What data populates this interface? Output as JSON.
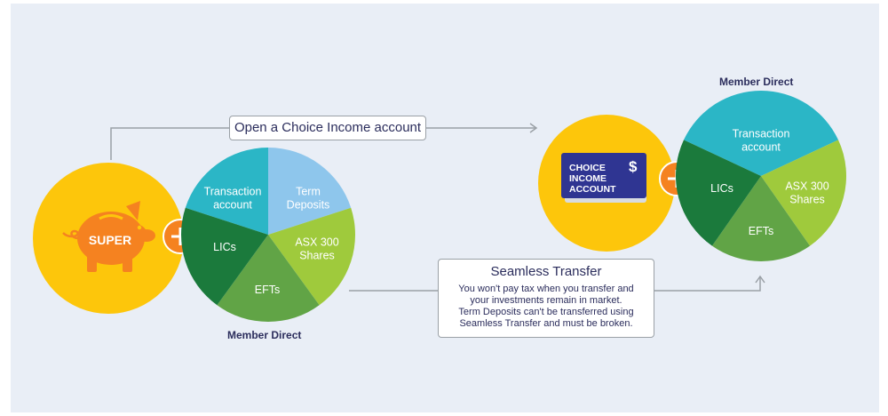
{
  "top_arrow": {
    "label": "Open a Choice Income account"
  },
  "transfer_box": {
    "title": "Seamless Transfer",
    "lines": [
      "You won't pay tax when you transfer and",
      "your investments remain in market.",
      "Term Deposits can't be transferred using",
      "Seamless Transfer and must be broken."
    ]
  },
  "left": {
    "super_label": "SUPER",
    "pie_caption": "Member Direct",
    "segments": [
      {
        "label_lines": [
          "Transaction",
          "account"
        ],
        "color": "#2bb6c6"
      },
      {
        "label_lines": [
          "Term",
          "Deposits"
        ],
        "color": "#8ec6ec"
      },
      {
        "label_lines": [
          "ASX 300",
          "Shares"
        ],
        "color": "#9fca3c"
      },
      {
        "label_lines": [
          "EFTs"
        ],
        "color": "#61a446"
      },
      {
        "label_lines": [
          "LICs"
        ],
        "color": "#1b7a3c"
      }
    ]
  },
  "right": {
    "card_text": [
      "CHOICE",
      "INCOME",
      "ACCOUNT"
    ],
    "card_symbol": "$",
    "pie_caption": "Member Direct",
    "segments": [
      {
        "label_lines": [
          "Transaction",
          "account"
        ],
        "color": "#2bb6c6"
      },
      {
        "label_lines": [
          "ASX 300",
          "Shares"
        ],
        "color": "#9fca3c"
      },
      {
        "label_lines": [
          "EFTs"
        ],
        "color": "#61a446"
      },
      {
        "label_lines": [
          "LICs"
        ],
        "color": "#1b7a3c"
      }
    ]
  },
  "colors": {
    "background": "#e9eef6",
    "yellow_circle": "#fdc60b",
    "orange": "#f58220",
    "card_blue": "#2f3592",
    "text_navy": "#2b2d5c",
    "arrow_gray": "#9aa0a6"
  },
  "icons": {
    "plus": "plus-icon",
    "piggy": "piggy-bank-icon",
    "dollar": "dollar-icon"
  }
}
